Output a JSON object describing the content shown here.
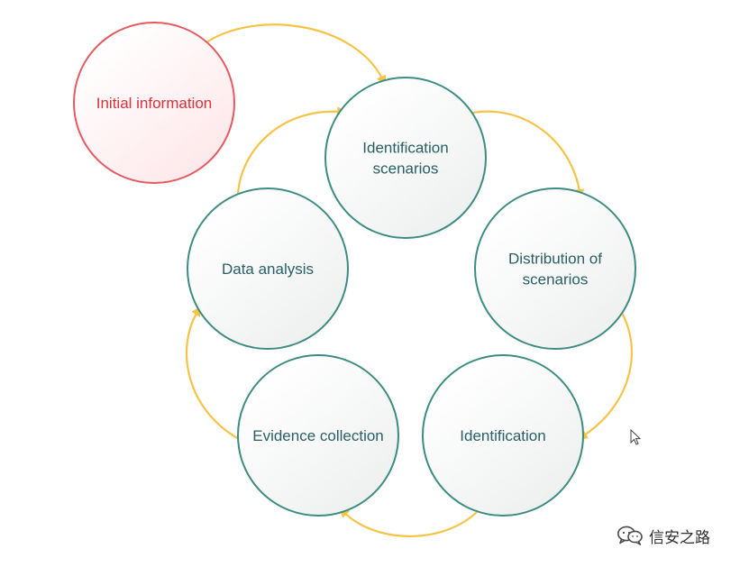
{
  "diagram": {
    "nodes": [
      {
        "id": "initial-information",
        "label": [
          "Initial information"
        ],
        "type": "start"
      },
      {
        "id": "identification-scenarios",
        "label": [
          "Identification",
          "scenarios"
        ],
        "type": "step"
      },
      {
        "id": "distribution-of-scenarios",
        "label": [
          "Distribution of",
          "scenarios"
        ],
        "type": "step"
      },
      {
        "id": "identification",
        "label": [
          "Identification"
        ],
        "type": "step"
      },
      {
        "id": "evidence-collection",
        "label": [
          "Evidence collection"
        ],
        "type": "step"
      },
      {
        "id": "data-analysis",
        "label": [
          "Data analysis"
        ],
        "type": "step"
      }
    ],
    "edges": [
      {
        "from": "initial-information",
        "to": "identification-scenarios"
      },
      {
        "from": "identification-scenarios",
        "to": "distribution-of-scenarios"
      },
      {
        "from": "distribution-of-scenarios",
        "to": "identification"
      },
      {
        "from": "identification",
        "to": "evidence-collection"
      },
      {
        "from": "evidence-collection",
        "to": "data-analysis"
      },
      {
        "from": "data-analysis",
        "to": "identification-scenarios"
      }
    ],
    "colors": {
      "start_stroke": "#e55a5f",
      "start_text": "#d8323a",
      "step_stroke": "#3c8c82",
      "step_text": "#2a5f66",
      "arrow": "#f5c447",
      "fill_light": "#ffffff",
      "fill_dark": "#eef0ef"
    }
  },
  "watermark": {
    "text": "信安之路",
    "icon": "wechat-icon"
  },
  "cursor": {
    "icon": "mouse-pointer-icon"
  }
}
